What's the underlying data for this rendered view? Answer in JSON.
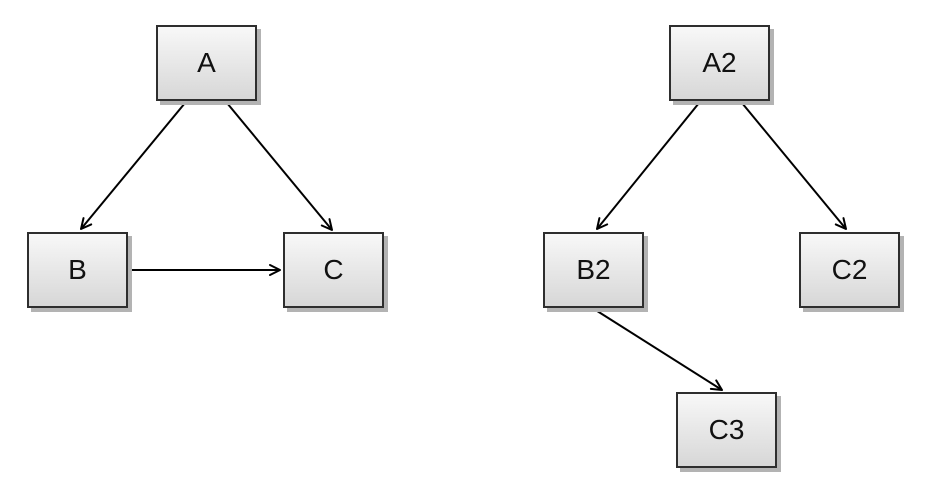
{
  "diagram": {
    "background_color": "#ffffff",
    "node_style": {
      "fill_top": "#f8f8f8",
      "fill_bottom": "#d7d7d7",
      "border_color": "#2e2e2e",
      "shadow_color": "#b3b3b3",
      "text_color": "#111111"
    },
    "edge_style": {
      "color": "#000000",
      "arrowhead": "open-v"
    },
    "left_graph": {
      "nodes": [
        {
          "id": "A",
          "label": "A"
        },
        {
          "id": "B",
          "label": "B"
        },
        {
          "id": "C",
          "label": "C"
        }
      ],
      "edges": [
        {
          "from": "A",
          "to": "B"
        },
        {
          "from": "A",
          "to": "C"
        },
        {
          "from": "B",
          "to": "C"
        }
      ]
    },
    "right_graph": {
      "nodes": [
        {
          "id": "A2",
          "label": "A2"
        },
        {
          "id": "B2",
          "label": "B2"
        },
        {
          "id": "C2",
          "label": "C2"
        },
        {
          "id": "C3",
          "label": "C3"
        }
      ],
      "edges": [
        {
          "from": "A2",
          "to": "B2"
        },
        {
          "from": "A2",
          "to": "C2"
        },
        {
          "from": "B2",
          "to": "C3"
        }
      ]
    }
  }
}
